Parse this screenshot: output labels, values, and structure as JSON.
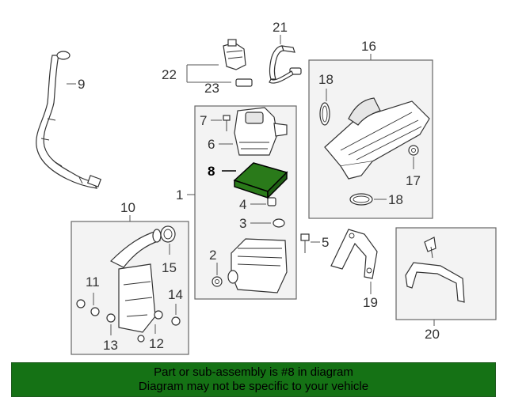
{
  "colors": {
    "banner_background": "#157215",
    "highlight_fill": "#2a7a1a",
    "box_fill": "#f3f3f3"
  },
  "callouts": {
    "c1": "1",
    "c2": "2",
    "c3": "3",
    "c4": "4",
    "c5": "5",
    "c6": "6",
    "c7": "7",
    "c8": "8",
    "c9": "9",
    "c10": "10",
    "c11": "11",
    "c12": "12",
    "c13": "13",
    "c14": "14",
    "c15": "15",
    "c16": "16",
    "c17": "17",
    "c18a": "18",
    "c18b": "18",
    "c19": "19",
    "c20": "20",
    "c21": "21",
    "c22": "22",
    "c23": "23"
  },
  "highlighted_part": "8",
  "banner": {
    "line1": "Part or sub-assembly is #8 in diagram",
    "line2": "Diagram may not be specific to your vehicle"
  }
}
